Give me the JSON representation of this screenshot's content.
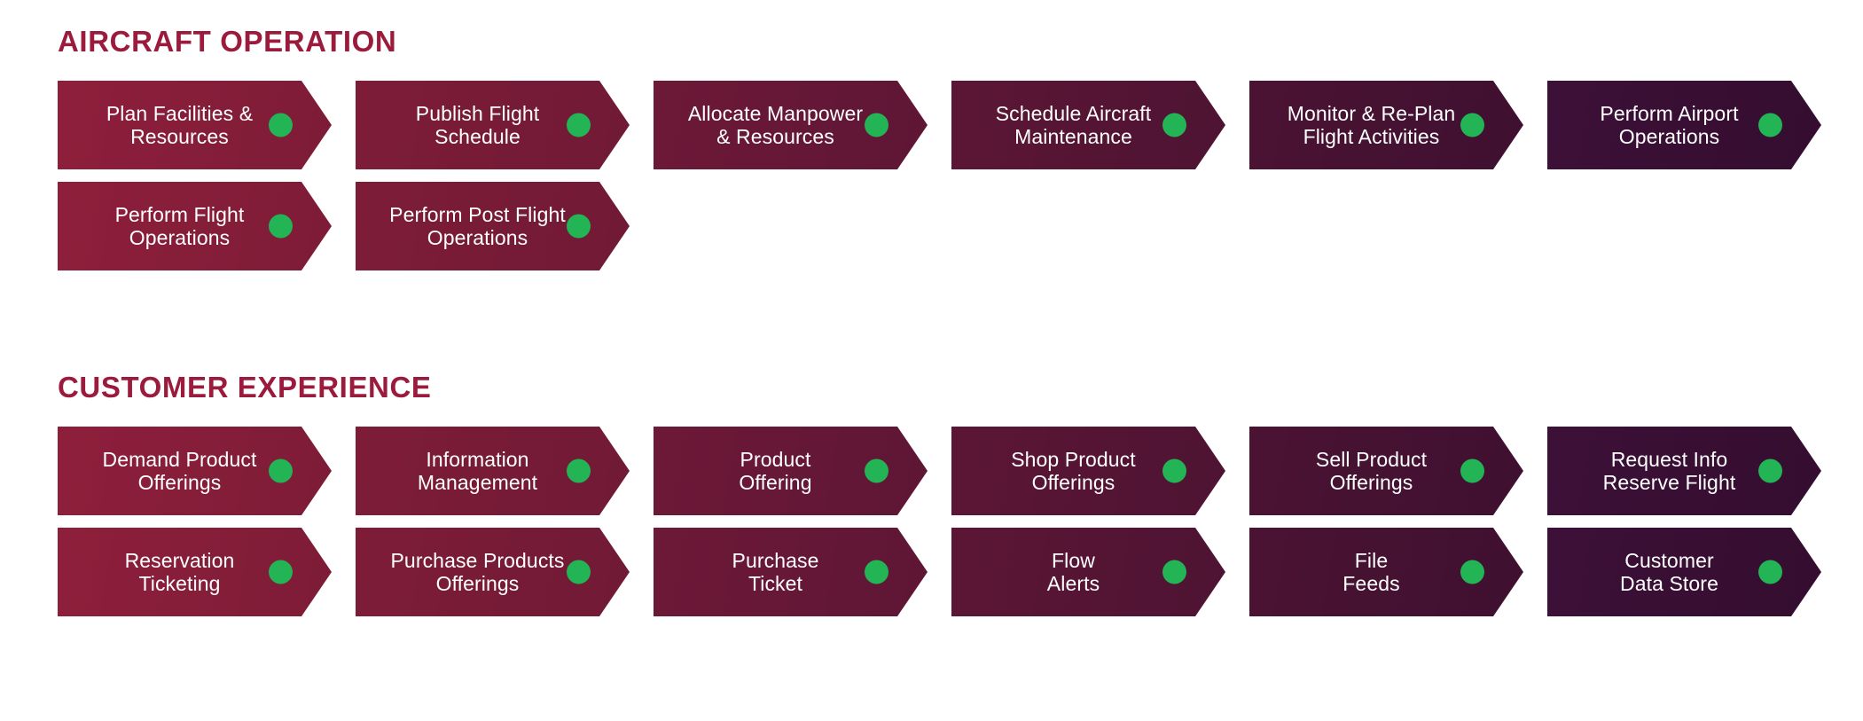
{
  "page": {
    "background_color": "#ffffff",
    "text_color": "#ffffff",
    "heading_color": "#9b1b3c",
    "status_dot_color": "#22b455",
    "status_dot_name": "status-dot-green"
  },
  "palette": {
    "column_colors": [
      {
        "from": "#8e1f3b",
        "to": "#7d1c37"
      },
      {
        "from": "#7e1c38",
        "to": "#701a36"
      },
      {
        "from": "#6d1937",
        "to": "#5e1635"
      },
      {
        "from": "#5c1635",
        "to": "#4e1333"
      },
      {
        "from": "#4b1333",
        "to": "#3f1031"
      },
      {
        "from": "#3d1038",
        "to": "#340d2f"
      }
    ]
  },
  "sections": [
    {
      "id": "aircraft-operation",
      "heading": "AIRCRAFT OPERATION",
      "rows": [
        [
          {
            "line1": "Plan Facilities &",
            "line2": "Resources"
          },
          {
            "line1": "Publish Flight",
            "line2": "Schedule"
          },
          {
            "line1": "Allocate Manpower",
            "line2": "& Resources"
          },
          {
            "line1": "Schedule Aircraft",
            "line2": "Maintenance"
          },
          {
            "line1": "Monitor & Re-Plan",
            "line2": "Flight Activities"
          },
          {
            "line1": "Perform Airport",
            "line2": "Operations"
          }
        ],
        [
          {
            "line1": "Perform Flight",
            "line2": "Operations"
          },
          {
            "line1": "Perform Post Flight",
            "line2": "Operations"
          }
        ]
      ]
    },
    {
      "id": "customer-experience",
      "heading": "CUSTOMER EXPERIENCE",
      "rows": [
        [
          {
            "line1": "Demand Product",
            "line2": "Offerings"
          },
          {
            "line1": "Information",
            "line2": "Management"
          },
          {
            "line1": "Product",
            "line2": "Offering"
          },
          {
            "line1": "Shop Product",
            "line2": "Offerings"
          },
          {
            "line1": "Sell Product",
            "line2": "Offerings"
          },
          {
            "line1": "Request Info",
            "line2": "Reserve Flight"
          }
        ],
        [
          {
            "line1": "Reservation",
            "line2": "Ticketing"
          },
          {
            "line1": "Purchase Products",
            "line2": "Offerings"
          },
          {
            "line1": "Purchase",
            "line2": "Ticket"
          },
          {
            "line1": "Flow",
            "line2": "Alerts"
          },
          {
            "line1": "File",
            "line2": "Feeds"
          },
          {
            "line1": "Customer",
            "line2": "Data Store"
          }
        ]
      ]
    }
  ]
}
